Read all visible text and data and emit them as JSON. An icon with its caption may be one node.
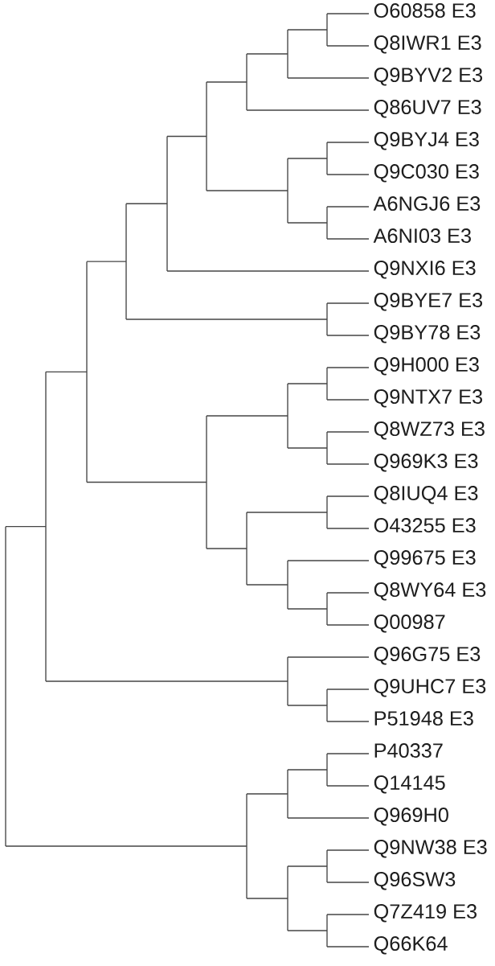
{
  "diagram": {
    "nodes": [
      {
        "text": [
          "O60858 E3"
        ]
      },
      {
        "text": [
          "Q8IWR1 E3"
        ]
      },
      {
        "text": [
          "Q9BYV2 E3"
        ]
      },
      {
        "text": [
          "Q86UV7 E3"
        ]
      },
      {
        "text": [
          "Q9BYJ4 E3"
        ]
      },
      {
        "text": [
          "Q9C030 E3"
        ]
      },
      {
        "text": [
          "A6NGJ6 E3"
        ]
      },
      {
        "text": [
          "A6NI03 E3"
        ]
      },
      {
        "text": [
          "Q9NXI6 E3"
        ]
      },
      {
        "text": [
          "Q9BYE7 E3"
        ]
      },
      {
        "text": [
          "Q9BY78 E3"
        ]
      },
      {
        "text": [
          "Q9H000 E3"
        ]
      },
      {
        "text": [
          "Q9NTX7 E3"
        ]
      },
      {
        "text": [
          "Q8WZ73 E3"
        ]
      },
      {
        "text": [
          "Q969K3 E3"
        ]
      },
      {
        "text": [
          "Q8IUQ4 E3"
        ]
      },
      {
        "text": [
          "O43255 E3"
        ]
      },
      {
        "text": [
          "Q99675 E3"
        ]
      },
      {
        "text": [
          "Q8WY64 E3"
        ]
      },
      {
        "text": [
          "Q00987"
        ]
      },
      {
        "text": [
          "Q96G75 E3"
        ]
      },
      {
        "text": [
          "Q9UHC7 E3"
        ]
      },
      {
        "text": [
          "P51948 E3"
        ]
      },
      {
        "text": [
          "P40337"
        ]
      },
      {
        "text": [
          "Q14145"
        ]
      },
      {
        "text": [
          "Q969H0"
        ]
      },
      {
        "text": [
          "Q9NW38 E3"
        ]
      },
      {
        "text": [
          "Q96SW3"
        ]
      },
      {
        "text": [
          "Q7Z419 E3"
        ]
      },
      {
        "text": [
          "Q66K64"
        ]
      },
      {
        "text": [],
        "shape": "bar"
      },
      {
        "text": [],
        "shape": "bar"
      },
      {
        "text": [],
        "shape": "bar"
      },
      {
        "text": [],
        "shape": "bar"
      },
      {
        "text": [],
        "shape": "bar"
      },
      {
        "text": [],
        "shape": "bar"
      },
      {
        "text": [],
        "shape": "bar"
      },
      {
        "text": [],
        "shape": "bar"
      },
      {
        "text": [],
        "shape": "bar"
      },
      {
        "text": [],
        "shape": "bar"
      },
      {
        "text": [],
        "shape": "bar"
      },
      {
        "text": [],
        "shape": "bar"
      },
      {
        "text": [],
        "shape": "bar"
      },
      {
        "text": [],
        "shape": "bar"
      },
      {
        "text": [],
        "shape": "bar"
      },
      {
        "text": [],
        "shape": "bar"
      },
      {
        "text": [],
        "shape": "bar"
      },
      {
        "text": [],
        "shape": "bar"
      },
      {
        "text": [],
        "shape": "bar"
      },
      {
        "text": [],
        "shape": "bar"
      },
      {
        "text": [],
        "shape": "bar"
      },
      {
        "text": [],
        "shape": "bar"
      },
      {
        "text": [],
        "shape": "bar"
      },
      {
        "text": [],
        "shape": "bar"
      },
      {
        "text": [],
        "shape": "bar"
      },
      {
        "text": [],
        "shape": "bar"
      },
      {
        "text": [],
        "shape": "bar"
      },
      {
        "text": [],
        "shape": "bar"
      },
      {
        "text": [],
        "shape": "bar"
      }
    ],
    "edges": [
      {
        "from": 30,
        "to": 31,
        "arrow": "none"
      },
      {
        "from": 30,
        "to": 53,
        "arrow": "none"
      },
      {
        "from": 31,
        "to": 32,
        "arrow": "none"
      },
      {
        "from": 31,
        "to": 51,
        "arrow": "none"
      },
      {
        "from": 32,
        "to": 33,
        "arrow": "none"
      },
      {
        "from": 32,
        "to": 43,
        "arrow": "none"
      },
      {
        "from": 33,
        "to": 34,
        "arrow": "none"
      },
      {
        "from": 33,
        "to": 42,
        "arrow": "none"
      },
      {
        "from": 34,
        "to": 35,
        "arrow": "none"
      },
      {
        "from": 34,
        "to": 8,
        "arrow": "none"
      },
      {
        "from": 35,
        "to": 36,
        "arrow": "none"
      },
      {
        "from": 35,
        "to": 39,
        "arrow": "none"
      },
      {
        "from": 36,
        "to": 37,
        "arrow": "none"
      },
      {
        "from": 36,
        "to": 3,
        "arrow": "none"
      },
      {
        "from": 37,
        "to": 38,
        "arrow": "none"
      },
      {
        "from": 37,
        "to": 2,
        "arrow": "none"
      },
      {
        "from": 38,
        "to": 0,
        "arrow": "none"
      },
      {
        "from": 38,
        "to": 1,
        "arrow": "none"
      },
      {
        "from": 39,
        "to": 40,
        "arrow": "none"
      },
      {
        "from": 39,
        "to": 41,
        "arrow": "none"
      },
      {
        "from": 40,
        "to": 4,
        "arrow": "none"
      },
      {
        "from": 40,
        "to": 5,
        "arrow": "none"
      },
      {
        "from": 41,
        "to": 6,
        "arrow": "none"
      },
      {
        "from": 41,
        "to": 7,
        "arrow": "none"
      },
      {
        "from": 42,
        "to": 9,
        "arrow": "none"
      },
      {
        "from": 42,
        "to": 10,
        "arrow": "none"
      },
      {
        "from": 43,
        "to": 44,
        "arrow": "none"
      },
      {
        "from": 43,
        "to": 47,
        "arrow": "none"
      },
      {
        "from": 44,
        "to": 45,
        "arrow": "none"
      },
      {
        "from": 44,
        "to": 46,
        "arrow": "none"
      },
      {
        "from": 45,
        "to": 11,
        "arrow": "none"
      },
      {
        "from": 45,
        "to": 12,
        "arrow": "none"
      },
      {
        "from": 46,
        "to": 13,
        "arrow": "none"
      },
      {
        "from": 46,
        "to": 14,
        "arrow": "none"
      },
      {
        "from": 47,
        "to": 48,
        "arrow": "none"
      },
      {
        "from": 47,
        "to": 49,
        "arrow": "none"
      },
      {
        "from": 48,
        "to": 15,
        "arrow": "none"
      },
      {
        "from": 48,
        "to": 16,
        "arrow": "none"
      },
      {
        "from": 49,
        "to": 17,
        "arrow": "none"
      },
      {
        "from": 49,
        "to": 50,
        "arrow": "none"
      },
      {
        "from": 50,
        "to": 18,
        "arrow": "none"
      },
      {
        "from": 50,
        "to": 19,
        "arrow": "none"
      },
      {
        "from": 51,
        "to": 20,
        "arrow": "none"
      },
      {
        "from": 51,
        "to": 52,
        "arrow": "none"
      },
      {
        "from": 52,
        "to": 21,
        "arrow": "none"
      },
      {
        "from": 52,
        "to": 22,
        "arrow": "none"
      },
      {
        "from": 53,
        "to": 54,
        "arrow": "none"
      },
      {
        "from": 53,
        "to": 56,
        "arrow": "none"
      },
      {
        "from": 54,
        "to": 55,
        "arrow": "none"
      },
      {
        "from": 54,
        "to": 25,
        "arrow": "none"
      },
      {
        "from": 55,
        "to": 23,
        "arrow": "none"
      },
      {
        "from": 55,
        "to": 24,
        "arrow": "none"
      },
      {
        "from": 56,
        "to": 57,
        "arrow": "none"
      },
      {
        "from": 56,
        "to": 58,
        "arrow": "none"
      },
      {
        "from": 57,
        "to": 26,
        "arrow": "none"
      },
      {
        "from": 57,
        "to": 27,
        "arrow": "none"
      },
      {
        "from": 58,
        "to": 28,
        "arrow": "none"
      },
      {
        "from": 58,
        "to": 29,
        "arrow": "none"
      }
    ]
  }
}
